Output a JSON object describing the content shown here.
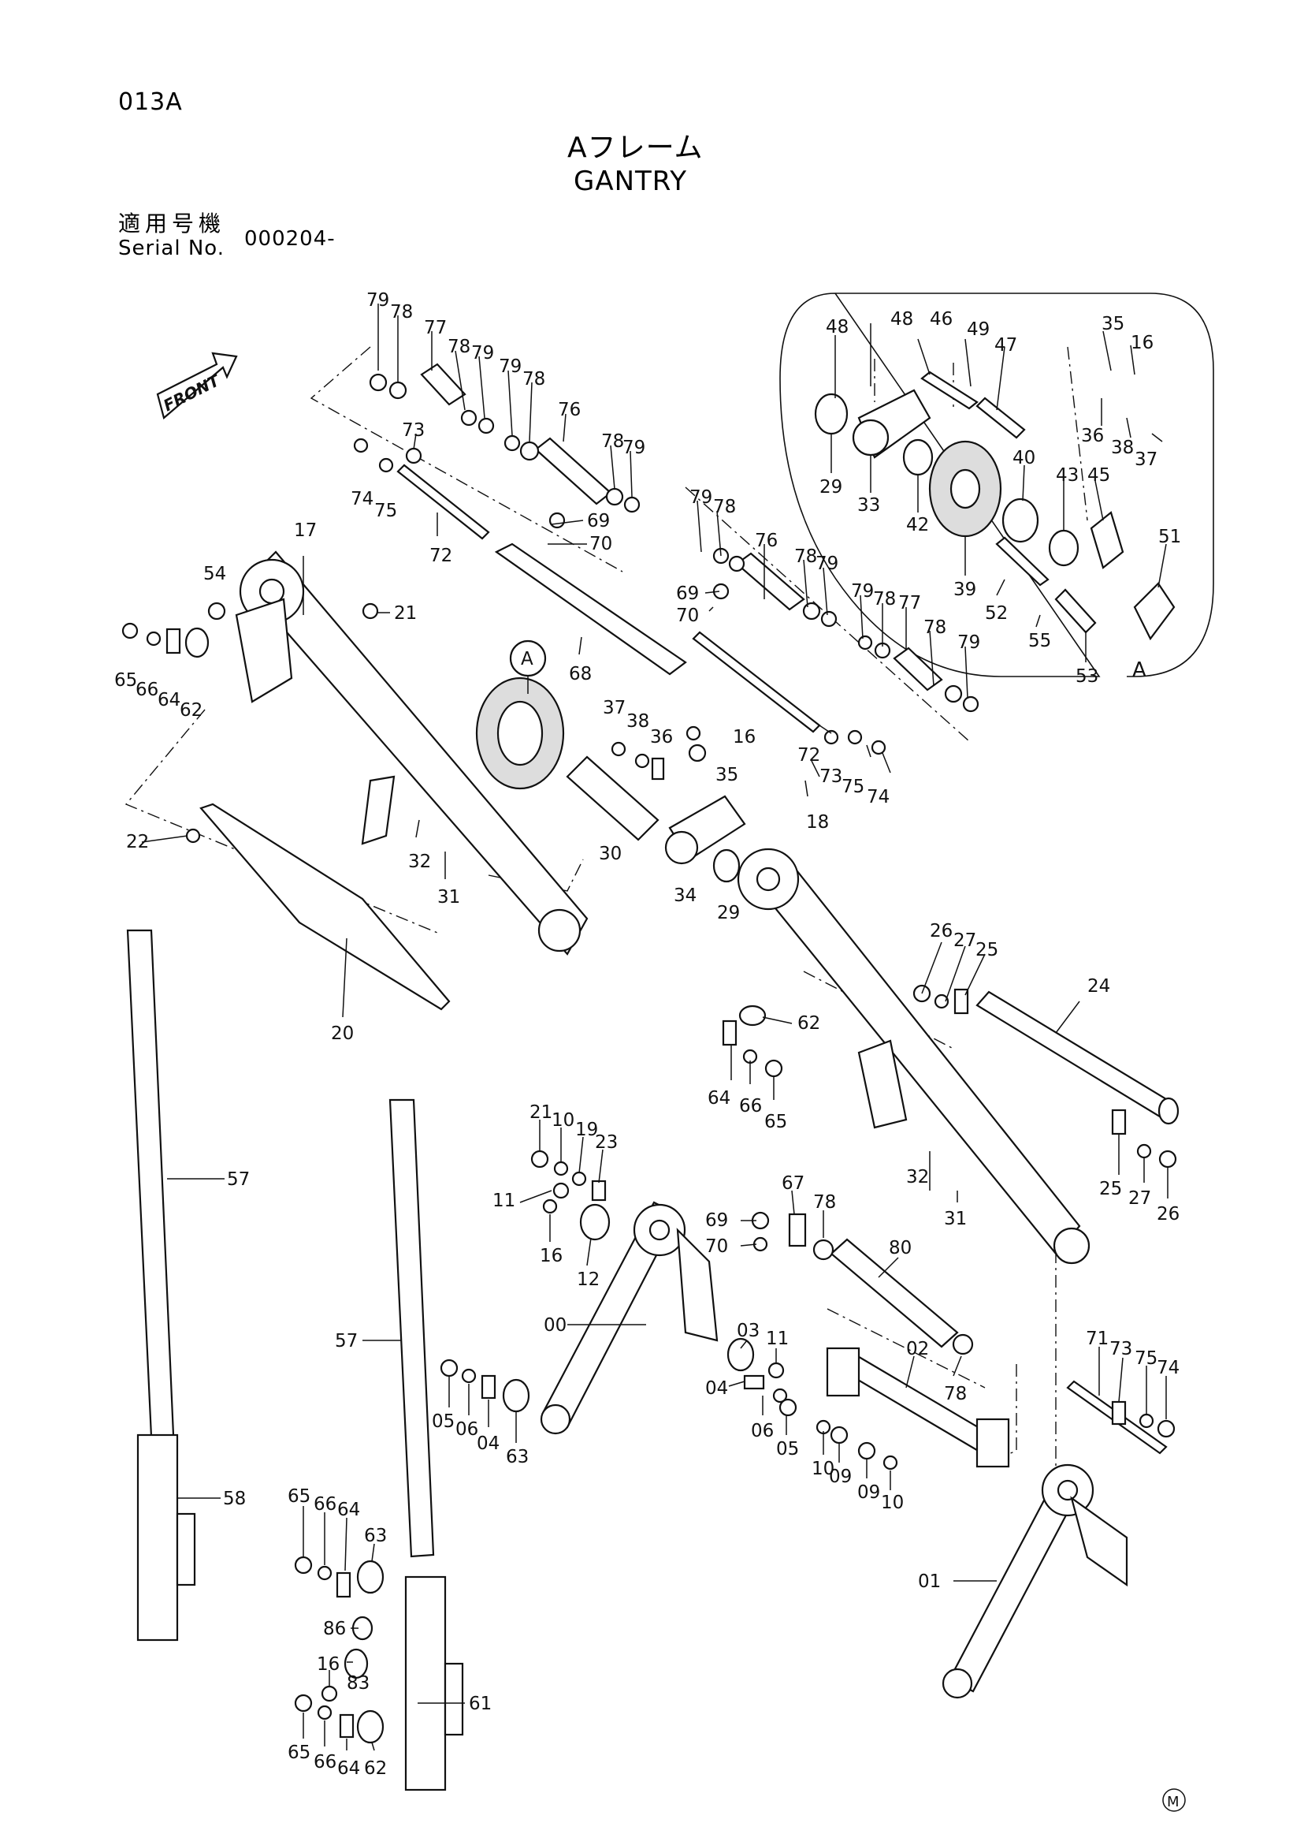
{
  "header": {
    "page_code": "013A",
    "title_jp": "Aフレーム",
    "title_en": "GANTRY",
    "serial_label_jp": "適用号機",
    "serial_label_en": "Serial No.",
    "serial_value": "000204-"
  },
  "front_arrow_label": "FRONT",
  "detail_marker": "A",
  "detail_box_label": "A",
  "corner_mark": "M",
  "callouts": [
    {
      "id": "c1",
      "text": "79"
    },
    {
      "id": "c2",
      "text": "78"
    },
    {
      "id": "c3",
      "text": "77"
    },
    {
      "id": "c4",
      "text": "78"
    },
    {
      "id": "c5",
      "text": "79"
    },
    {
      "id": "c6",
      "text": "79"
    },
    {
      "id": "c7",
      "text": "78"
    },
    {
      "id": "c8",
      "text": "76"
    },
    {
      "id": "c9",
      "text": "78"
    },
    {
      "id": "c10",
      "text": "79"
    },
    {
      "id": "c11",
      "text": "73"
    },
    {
      "id": "c12",
      "text": "74"
    },
    {
      "id": "c13",
      "text": "75"
    },
    {
      "id": "c14",
      "text": "72"
    },
    {
      "id": "c15",
      "text": "69"
    },
    {
      "id": "c16",
      "text": "70"
    },
    {
      "id": "c17",
      "text": "17"
    },
    {
      "id": "c18",
      "text": "54"
    },
    {
      "id": "c19",
      "text": "21"
    },
    {
      "id": "c20",
      "text": "65"
    },
    {
      "id": "c21",
      "text": "66"
    },
    {
      "id": "c22",
      "text": "64"
    },
    {
      "id": "c23",
      "text": "62"
    },
    {
      "id": "c24",
      "text": "68"
    },
    {
      "id": "c25",
      "text": "79"
    },
    {
      "id": "c26",
      "text": "78"
    },
    {
      "id": "c27",
      "text": "76"
    },
    {
      "id": "c28",
      "text": "78"
    },
    {
      "id": "c29",
      "text": "79"
    },
    {
      "id": "c30",
      "text": "79"
    },
    {
      "id": "c31",
      "text": "78"
    },
    {
      "id": "c32",
      "text": "77"
    },
    {
      "id": "c33",
      "text": "78"
    },
    {
      "id": "c34",
      "text": "79"
    },
    {
      "id": "c35",
      "text": "69"
    },
    {
      "id": "c36",
      "text": "70"
    },
    {
      "id": "c37",
      "text": "72"
    },
    {
      "id": "c38",
      "text": "73"
    },
    {
      "id": "c39",
      "text": "75"
    },
    {
      "id": "c40",
      "text": "74"
    },
    {
      "id": "c41",
      "text": "37"
    },
    {
      "id": "c42",
      "text": "38"
    },
    {
      "id": "c43",
      "text": "36"
    },
    {
      "id": "c44",
      "text": "16"
    },
    {
      "id": "c45",
      "text": "35"
    },
    {
      "id": "c46",
      "text": "30"
    },
    {
      "id": "c47",
      "text": "34"
    },
    {
      "id": "c48",
      "text": "29"
    },
    {
      "id": "c49",
      "text": "18"
    },
    {
      "id": "c50",
      "text": "22"
    },
    {
      "id": "c51",
      "text": "32"
    },
    {
      "id": "c52",
      "text": "31"
    },
    {
      "id": "c53",
      "text": "20"
    },
    {
      "id": "c54",
      "text": "26"
    },
    {
      "id": "c55",
      "text": "27"
    },
    {
      "id": "c56",
      "text": "25"
    },
    {
      "id": "c57",
      "text": "24"
    },
    {
      "id": "c58",
      "text": "62"
    },
    {
      "id": "c59",
      "text": "64"
    },
    {
      "id": "c60",
      "text": "66"
    },
    {
      "id": "c61",
      "text": "65"
    },
    {
      "id": "c62",
      "text": "25"
    },
    {
      "id": "c63",
      "text": "27"
    },
    {
      "id": "c64",
      "text": "26"
    },
    {
      "id": "c65",
      "text": "32"
    },
    {
      "id": "c66",
      "text": "31"
    },
    {
      "id": "c67",
      "text": "48"
    },
    {
      "id": "c68",
      "text": "48"
    },
    {
      "id": "c69",
      "text": "46"
    },
    {
      "id": "c70",
      "text": "49"
    },
    {
      "id": "c71",
      "text": "47"
    },
    {
      "id": "c72",
      "text": "35"
    },
    {
      "id": "c73",
      "text": "16"
    },
    {
      "id": "c74",
      "text": "36"
    },
    {
      "id": "c75",
      "text": "38"
    },
    {
      "id": "c76",
      "text": "37"
    },
    {
      "id": "c77",
      "text": "29"
    },
    {
      "id": "c78",
      "text": "33"
    },
    {
      "id": "c79",
      "text": "42"
    },
    {
      "id": "c80",
      "text": "40"
    },
    {
      "id": "c81",
      "text": "43"
    },
    {
      "id": "c82",
      "text": "45"
    },
    {
      "id": "c83",
      "text": "39"
    },
    {
      "id": "c84",
      "text": "52"
    },
    {
      "id": "c85",
      "text": "51"
    },
    {
      "id": "c86",
      "text": "55"
    },
    {
      "id": "c87",
      "text": "53"
    },
    {
      "id": "c88",
      "text": "57"
    },
    {
      "id": "c89",
      "text": "57"
    },
    {
      "id": "c90",
      "text": "58"
    },
    {
      "id": "c91",
      "text": "21"
    },
    {
      "id": "c92",
      "text": "10"
    },
    {
      "id": "c93",
      "text": "19"
    },
    {
      "id": "c94",
      "text": "23"
    },
    {
      "id": "c95",
      "text": "11"
    },
    {
      "id": "c96",
      "text": "16"
    },
    {
      "id": "c97",
      "text": "12"
    },
    {
      "id": "c98",
      "text": "67"
    },
    {
      "id": "c99",
      "text": "78"
    },
    {
      "id": "c100",
      "text": "69"
    },
    {
      "id": "c101",
      "text": "70"
    },
    {
      "id": "c102",
      "text": "80"
    },
    {
      "id": "c103",
      "text": "00"
    },
    {
      "id": "c104",
      "text": "03"
    },
    {
      "id": "c105",
      "text": "11"
    },
    {
      "id": "c106",
      "text": "02"
    },
    {
      "id": "c107",
      "text": "78"
    },
    {
      "id": "c108",
      "text": "04"
    },
    {
      "id": "c109",
      "text": "06"
    },
    {
      "id": "c110",
      "text": "05"
    },
    {
      "id": "c111",
      "text": "10"
    },
    {
      "id": "c112",
      "text": "09"
    },
    {
      "id": "c113",
      "text": "09"
    },
    {
      "id": "c114",
      "text": "10"
    },
    {
      "id": "c115",
      "text": "05"
    },
    {
      "id": "c116",
      "text": "06"
    },
    {
      "id": "c117",
      "text": "04"
    },
    {
      "id": "c118",
      "text": "63"
    },
    {
      "id": "c119",
      "text": "71"
    },
    {
      "id": "c120",
      "text": "73"
    },
    {
      "id": "c121",
      "text": "75"
    },
    {
      "id": "c122",
      "text": "74"
    },
    {
      "id": "c123",
      "text": "01"
    },
    {
      "id": "c124",
      "text": "65"
    },
    {
      "id": "c125",
      "text": "66"
    },
    {
      "id": "c126",
      "text": "64"
    },
    {
      "id": "c127",
      "text": "63"
    },
    {
      "id": "c128",
      "text": "86"
    },
    {
      "id": "c129",
      "text": "16"
    },
    {
      "id": "c130",
      "text": "83"
    },
    {
      "id": "c131",
      "text": "61"
    },
    {
      "id": "c132",
      "text": "65"
    },
    {
      "id": "c133",
      "text": "66"
    },
    {
      "id": "c134",
      "text": "64"
    },
    {
      "id": "c135",
      "text": "62"
    }
  ]
}
